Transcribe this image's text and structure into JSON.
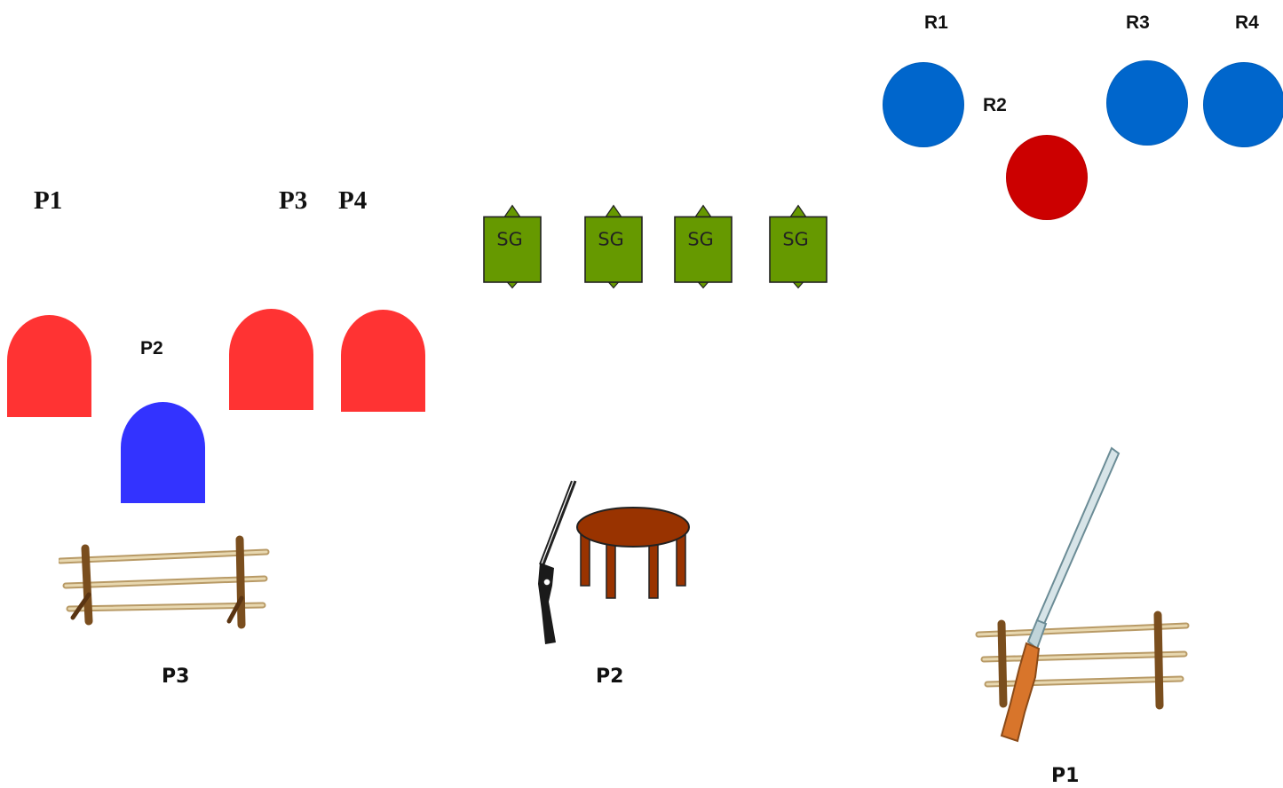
{
  "colors": {
    "partner_red": "#ff3333",
    "partner_blue": "#3333ff",
    "round_blue": "#0066cc",
    "round_red": "#cc0000",
    "sg_fill": "#669900",
    "table_fill": "#993300"
  },
  "rounds": {
    "labels": [
      "R1",
      "R2",
      "R3",
      "R4"
    ]
  },
  "partners": {
    "labels": [
      "P1",
      "P2",
      "P3",
      "P4"
    ]
  },
  "sg_tokens": [
    "SG",
    "SG",
    "SG",
    "SG"
  ],
  "stations": {
    "fence": {
      "label": "P3",
      "icon": "fence-icon"
    },
    "table": {
      "label": "P2",
      "icon": "table-with-shotgun-icon"
    },
    "fence_gun": {
      "label": "P1",
      "icon": "fence-with-shotgun-icon"
    }
  }
}
